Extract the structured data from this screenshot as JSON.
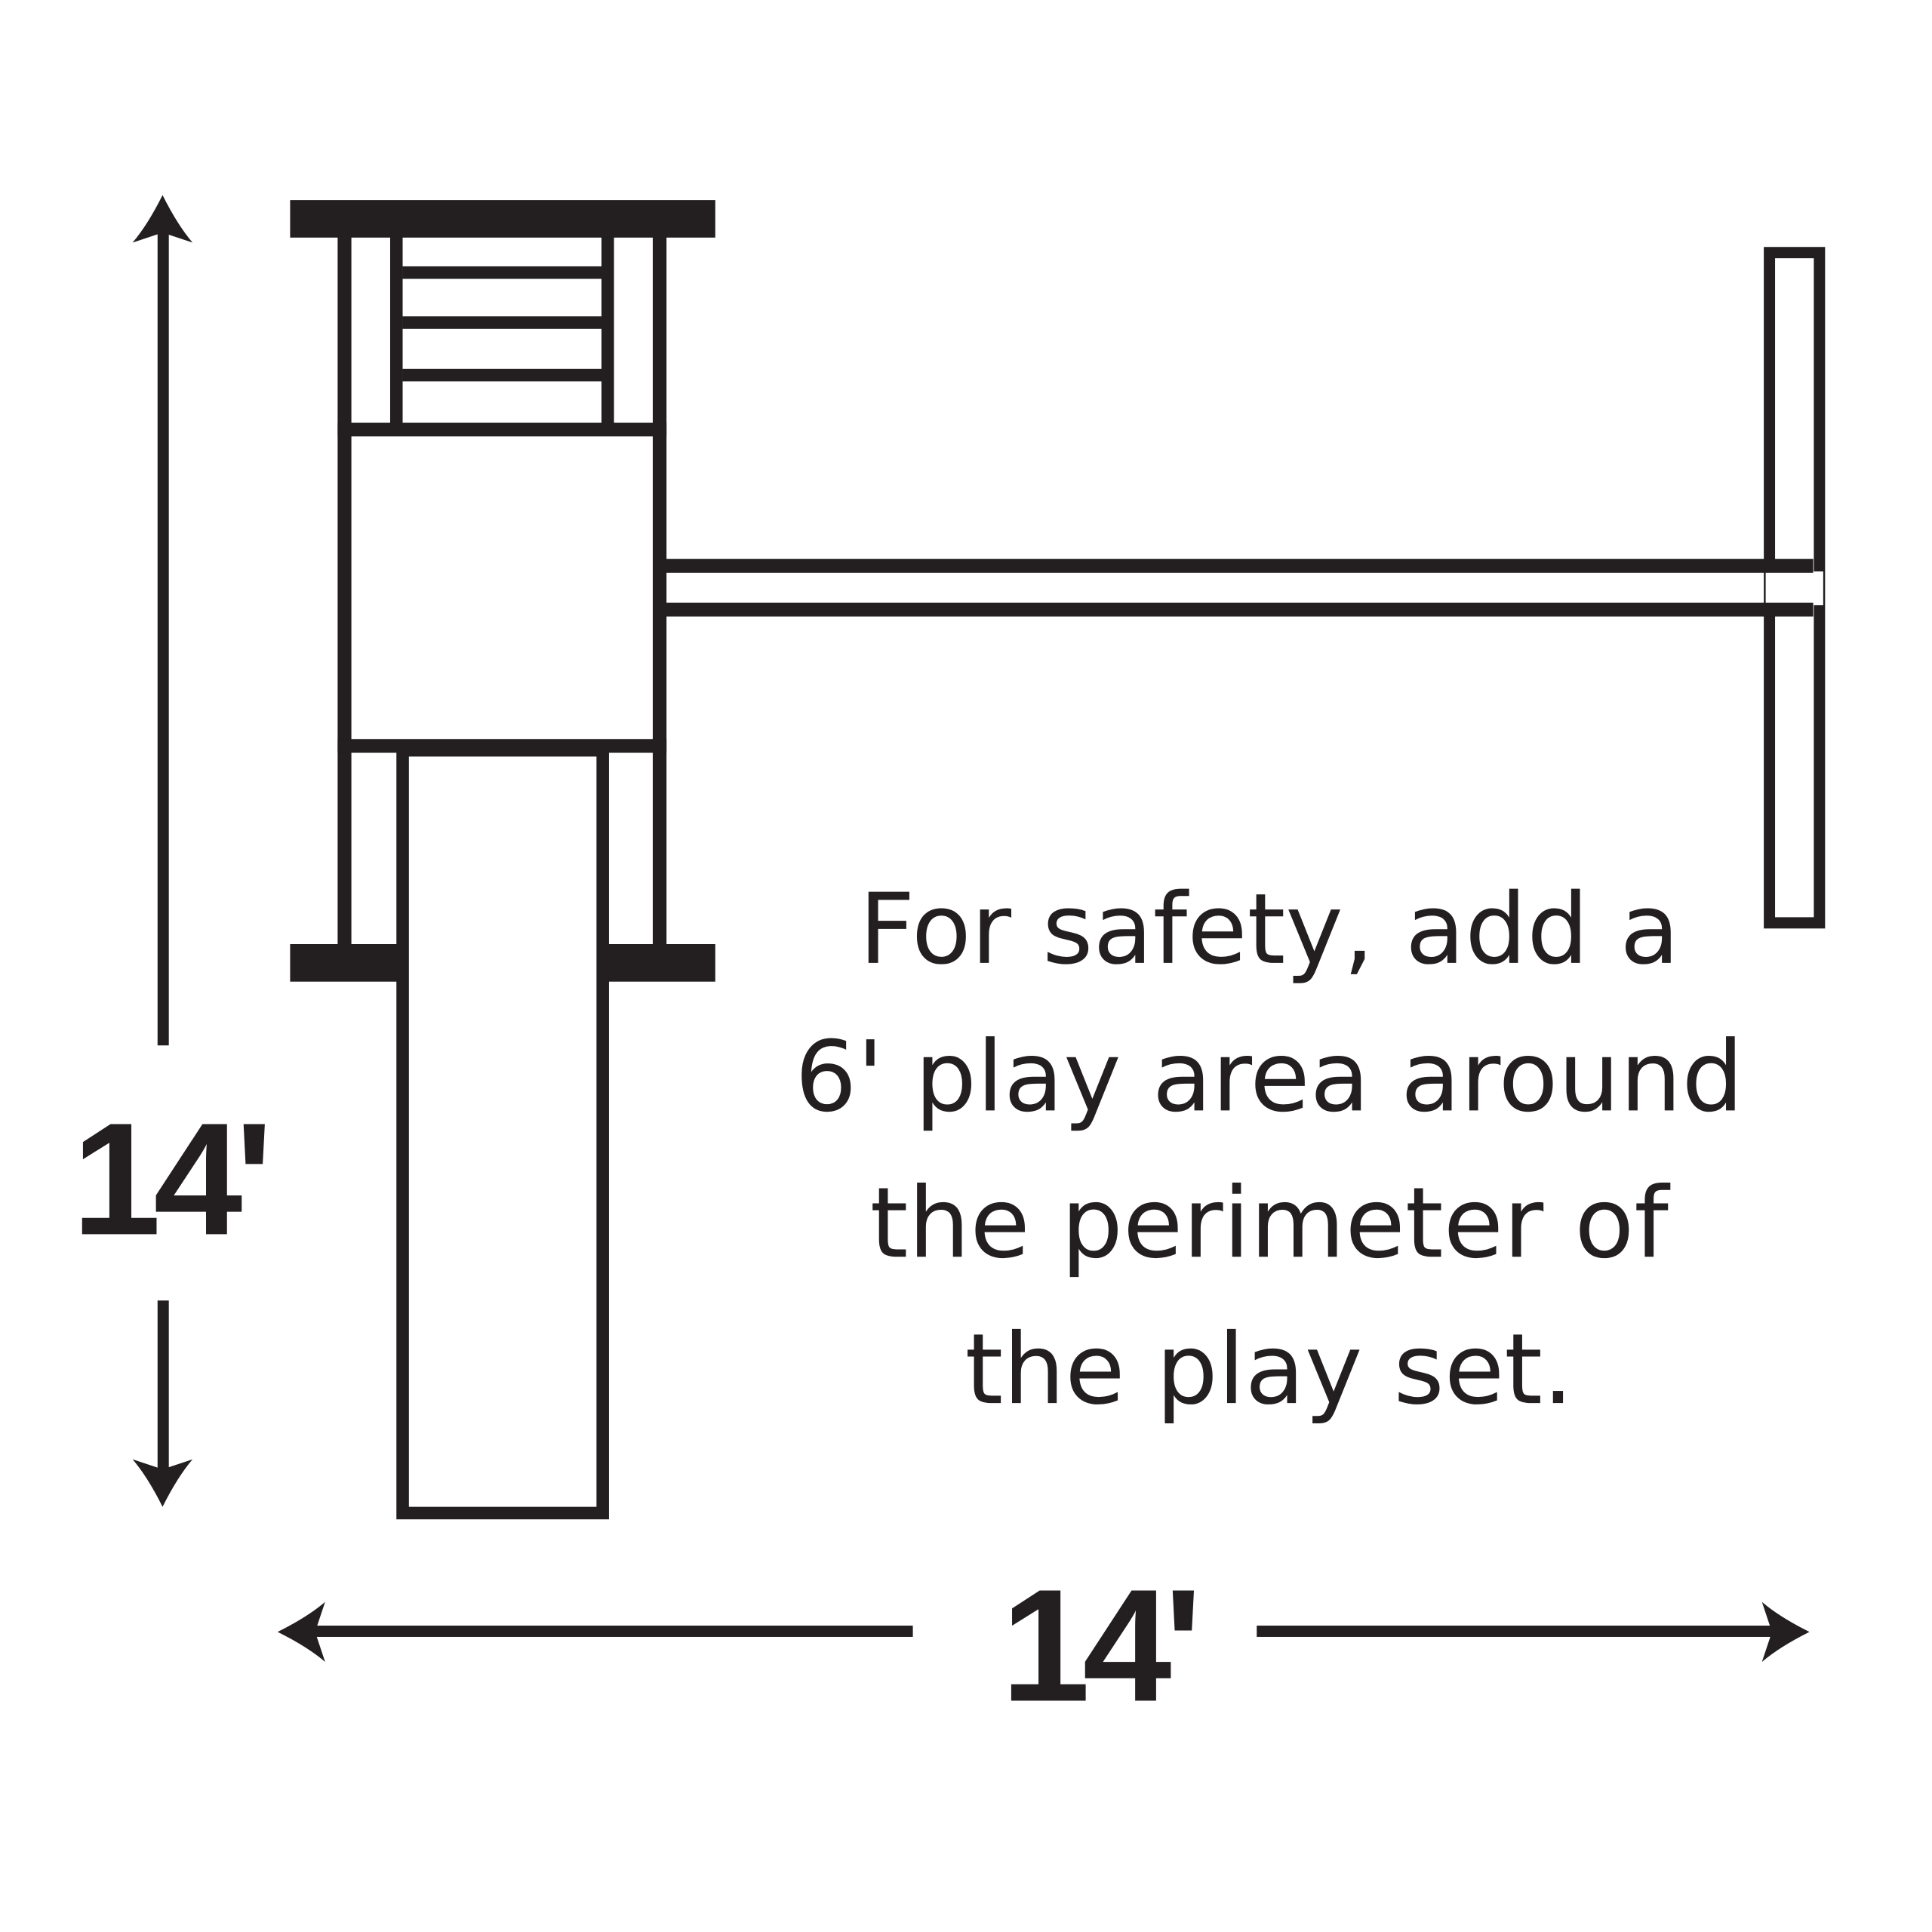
{
  "dimensions": {
    "height_label": "14'",
    "width_label": "14'"
  },
  "note": {
    "lines": [
      "For safety, add a",
      "6' play area around",
      "the perimeter of",
      "the play set."
    ]
  },
  "colors": {
    "ink": "#231f20",
    "background": "#ffffff"
  }
}
